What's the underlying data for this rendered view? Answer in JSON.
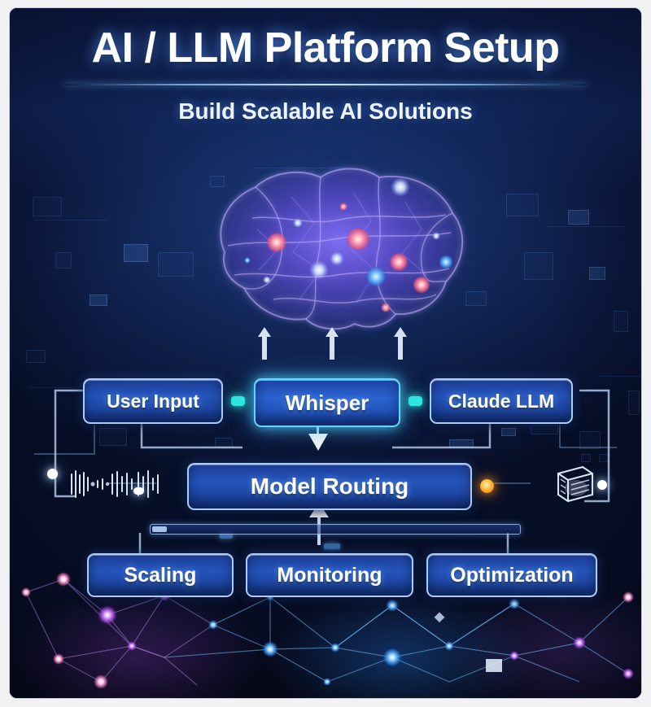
{
  "header": {
    "title": "AI / LLM Platform Setup",
    "subtitle": "Build Scalable AI Solutions"
  },
  "diagram": {
    "input_row": [
      {
        "id": "user-input",
        "label": "User Input",
        "highlighted": false
      },
      {
        "id": "whisper",
        "label": "Whisper",
        "highlighted": true
      },
      {
        "id": "claude-llm",
        "label": "Claude LLM",
        "highlighted": false
      }
    ],
    "router": {
      "id": "model-routing",
      "label": "Model Routing"
    },
    "ops_row": [
      {
        "id": "scaling",
        "label": "Scaling"
      },
      {
        "id": "monitoring",
        "label": "Monitoring"
      },
      {
        "id": "optimization",
        "label": "Optimization"
      }
    ]
  },
  "graphics": {
    "brain": "neural-brain-illustration",
    "waveform": "audio-waveform-icon",
    "document_stack": "document-stack-icon",
    "network": "node-network-illustration",
    "arrows_up_to_brain": 3,
    "arrow_whisper_to_router": "down-arrow",
    "arrow_ops_to_router": "up-arrow"
  },
  "colors": {
    "background_deep": "#0a1535",
    "background_mid": "#16305f",
    "node_fill": "#2454bb",
    "node_border": "#b9d7ff",
    "accent_cyan": "#5fd8ff",
    "connector_cyan": "#2ee6e0",
    "status_orange": "#ffb733",
    "text_white": "#ffffff",
    "frame": "#f2f2f4"
  }
}
